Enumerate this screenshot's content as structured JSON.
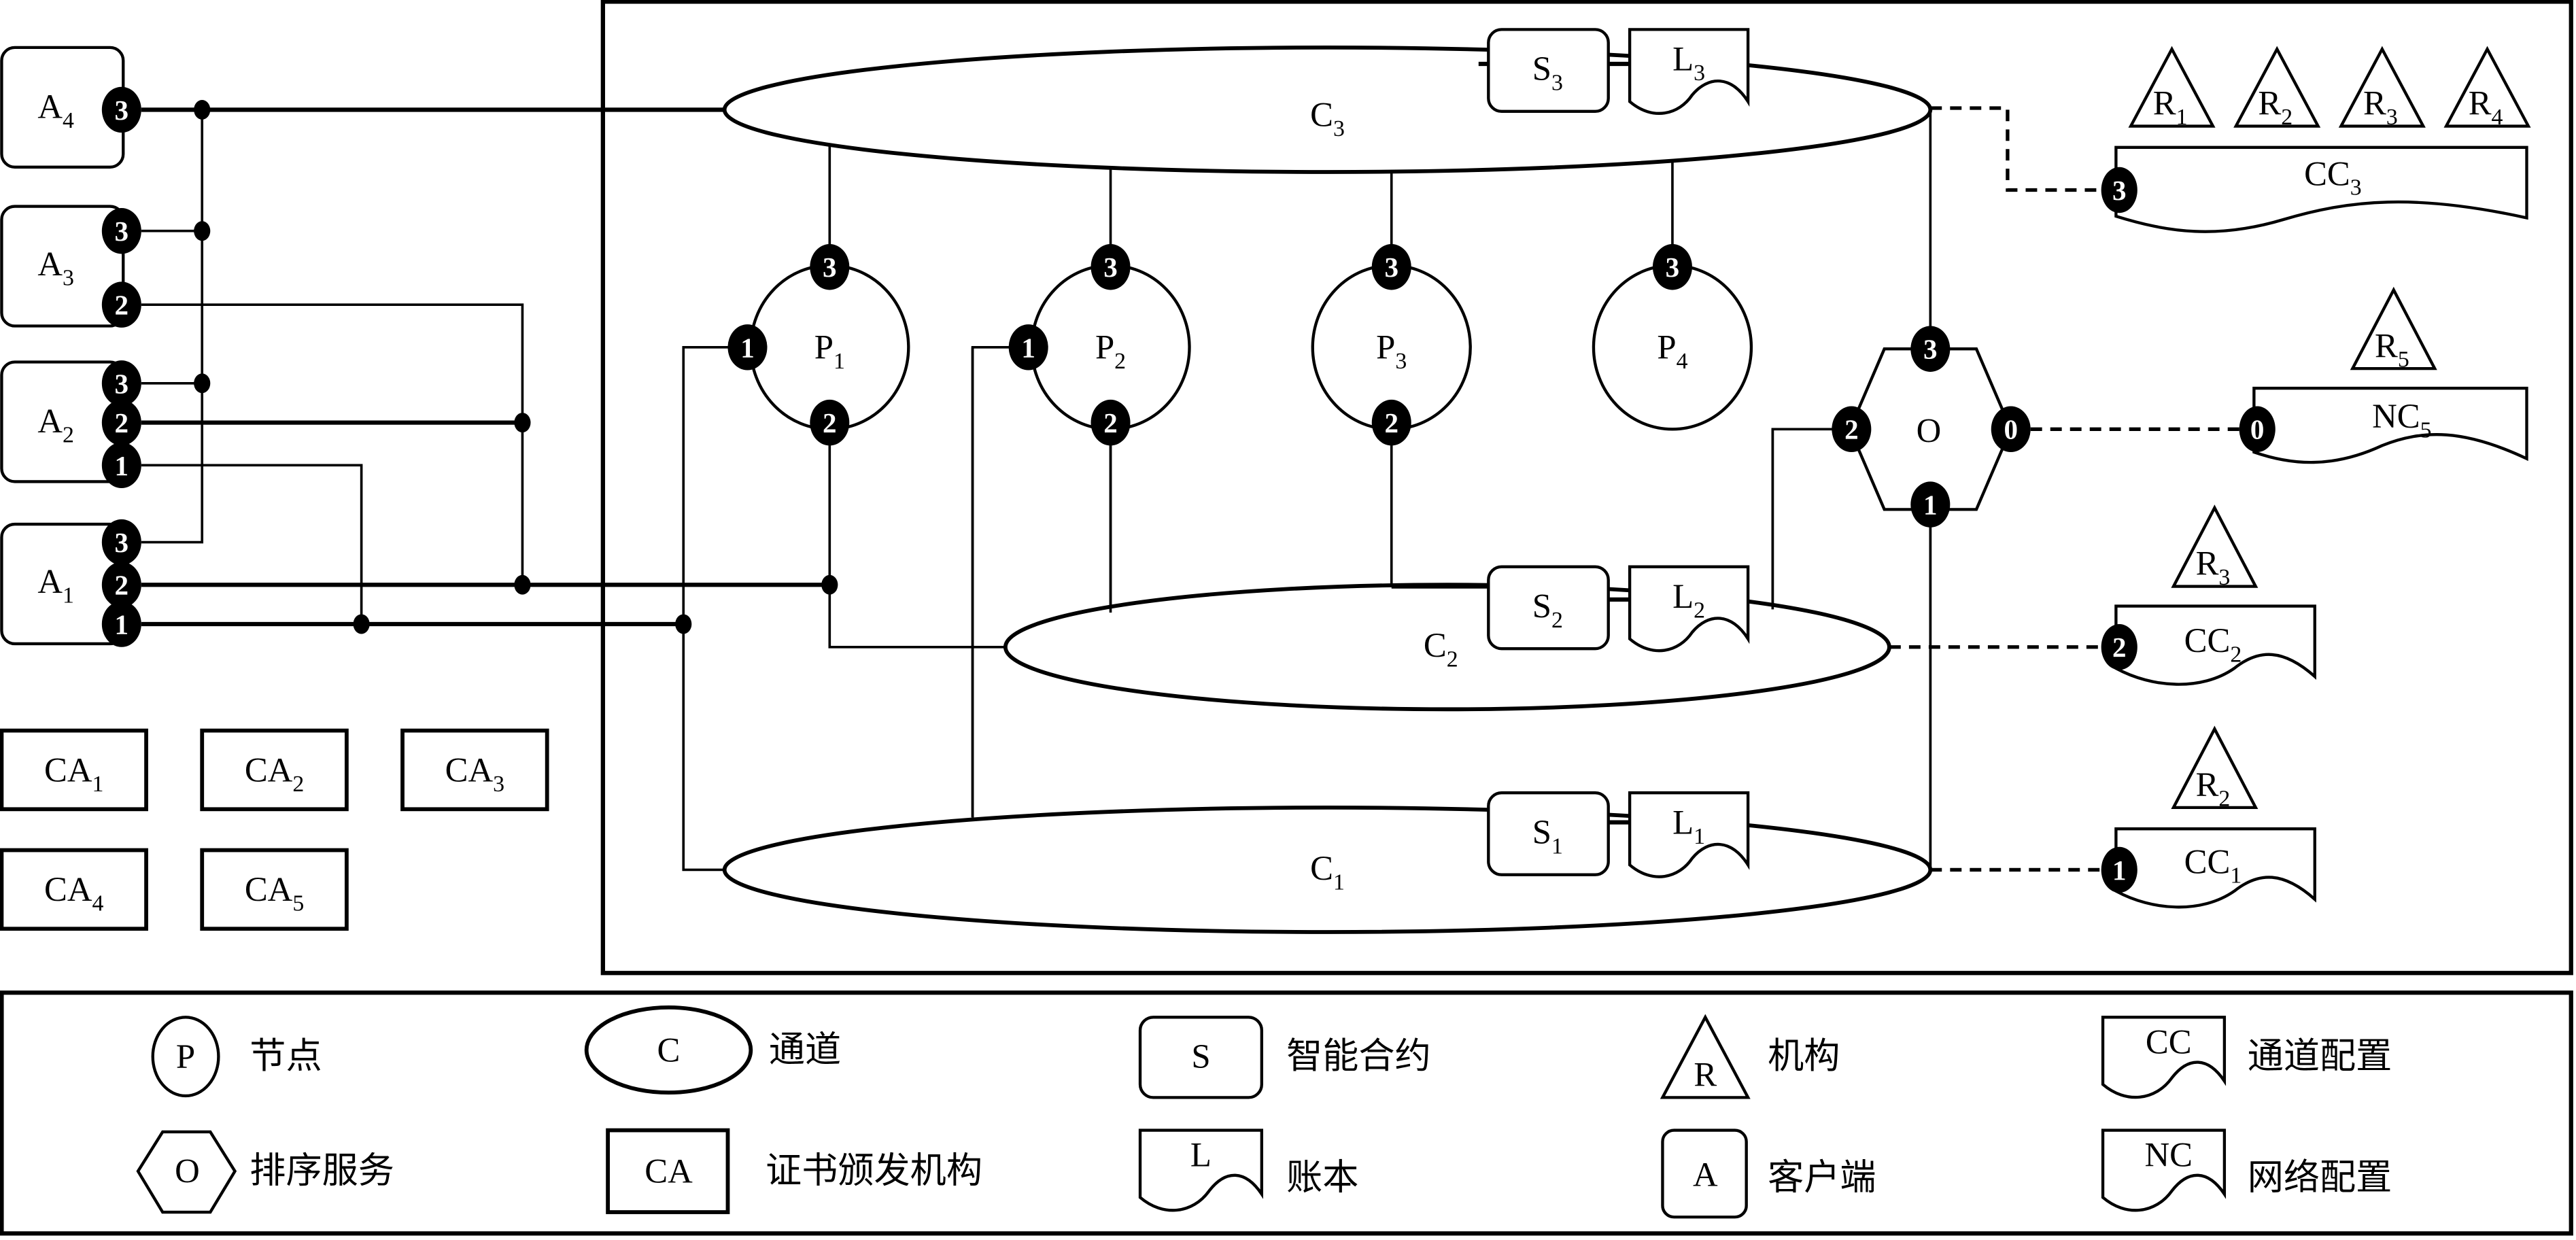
{
  "diagram": {
    "title": "Hyperledger Fabric network topology",
    "clients": [
      {
        "id": "A4",
        "base": "A",
        "sub": "4",
        "pins": [
          "3"
        ]
      },
      {
        "id": "A3",
        "base": "A",
        "sub": "3",
        "pins": [
          "3",
          "2"
        ]
      },
      {
        "id": "A2",
        "base": "A",
        "sub": "2",
        "pins": [
          "3",
          "2",
          "1"
        ]
      },
      {
        "id": "A1",
        "base": "A",
        "sub": "1",
        "pins": [
          "3",
          "2",
          "1"
        ]
      }
    ],
    "certificate_authorities": [
      {
        "base": "CA",
        "sub": "1"
      },
      {
        "base": "CA",
        "sub": "2"
      },
      {
        "base": "CA",
        "sub": "3"
      },
      {
        "base": "CA",
        "sub": "4"
      },
      {
        "base": "CA",
        "sub": "5"
      }
    ],
    "channels": [
      {
        "id": "C3",
        "base": "C",
        "sub": "3",
        "contract": {
          "base": "S",
          "sub": "3"
        },
        "ledger": {
          "base": "L",
          "sub": "3"
        }
      },
      {
        "id": "C2",
        "base": "C",
        "sub": "2",
        "contract": {
          "base": "S",
          "sub": "2"
        },
        "ledger": {
          "base": "L",
          "sub": "2"
        }
      },
      {
        "id": "C1",
        "base": "C",
        "sub": "1",
        "contract": {
          "base": "S",
          "sub": "1"
        },
        "ledger": {
          "base": "L",
          "sub": "1"
        }
      }
    ],
    "peers": [
      {
        "id": "P1",
        "base": "P",
        "sub": "1",
        "pins": [
          "3",
          "1",
          "2"
        ]
      },
      {
        "id": "P2",
        "base": "P",
        "sub": "2",
        "pins": [
          "3",
          "1",
          "2"
        ]
      },
      {
        "id": "P3",
        "base": "P",
        "sub": "3",
        "pins": [
          "3",
          "2"
        ]
      },
      {
        "id": "P4",
        "base": "P",
        "sub": "4",
        "pins": [
          "3"
        ]
      }
    ],
    "orderer": {
      "label": "O",
      "pins": [
        "3",
        "2",
        "0",
        "1"
      ]
    },
    "organizations": [
      {
        "base": "R",
        "sub": "1"
      },
      {
        "base": "R",
        "sub": "2"
      },
      {
        "base": "R",
        "sub": "3"
      },
      {
        "base": "R",
        "sub": "4"
      },
      {
        "base": "R",
        "sub": "5"
      },
      {
        "base": "R",
        "sub": "3"
      },
      {
        "base": "R",
        "sub": "2"
      }
    ],
    "configs": [
      {
        "id": "CC3",
        "base": "CC",
        "sub": "3",
        "pin": "3"
      },
      {
        "id": "NC5",
        "base": "NC",
        "sub": "5",
        "pin": "0"
      },
      {
        "id": "CC2",
        "base": "CC",
        "sub": "2",
        "pin": "2"
      },
      {
        "id": "CC1",
        "base": "CC",
        "sub": "1",
        "pin": "1"
      }
    ]
  },
  "legend": {
    "items": [
      {
        "symbol": "P",
        "label": "节点"
      },
      {
        "symbol": "C",
        "label": "通道"
      },
      {
        "symbol": "S",
        "label": "智能合约"
      },
      {
        "symbol": "R",
        "label": "机构"
      },
      {
        "symbol": "CC",
        "label": "通道配置"
      },
      {
        "symbol": "O",
        "label": "排序服务"
      },
      {
        "symbol": "CA",
        "label": "证书颁发机构"
      },
      {
        "symbol": "L",
        "label": "账本"
      },
      {
        "symbol": "A",
        "label": "客户端"
      },
      {
        "symbol": "NC",
        "label": "网络配置"
      }
    ]
  }
}
